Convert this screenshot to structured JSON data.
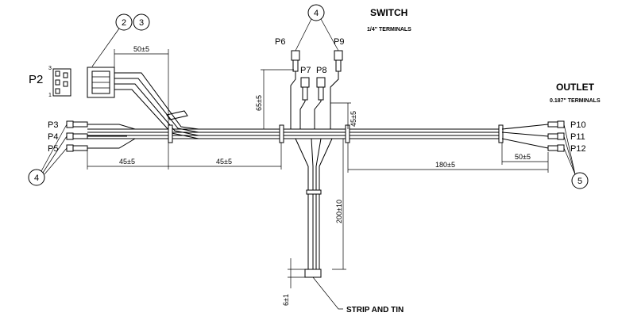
{
  "headers": {
    "switch_title": "SWITCH",
    "switch_sub": "1/4\" TERMINALS",
    "outlet_title": "OUTLET",
    "outlet_sub": "0.187\" TERMINALS"
  },
  "connector": {
    "label": "P2",
    "pin_top": "3",
    "pin_bottom": "1"
  },
  "terminals": {
    "p3": "P3",
    "p4": "P4",
    "p5": "P5",
    "p6": "P6",
    "p7": "P7",
    "p8": "P8",
    "p9": "P9",
    "p10": "P10",
    "p11": "P11",
    "p12": "P12"
  },
  "balloons": {
    "b2": "2",
    "b3": "3",
    "b4_top": "4",
    "b4_left": "4",
    "b5": "5"
  },
  "dimensions": {
    "d_50_top": "50±5",
    "d_45_left": "45±5",
    "d_45_mid": "45±5",
    "d_65": "65±5",
    "d_45_vert": "45±5",
    "d_180": "180±5",
    "d_50_right": "50±5",
    "d_200": "200±10",
    "d_6": "6±1"
  },
  "note": "STRIP AND TIN"
}
